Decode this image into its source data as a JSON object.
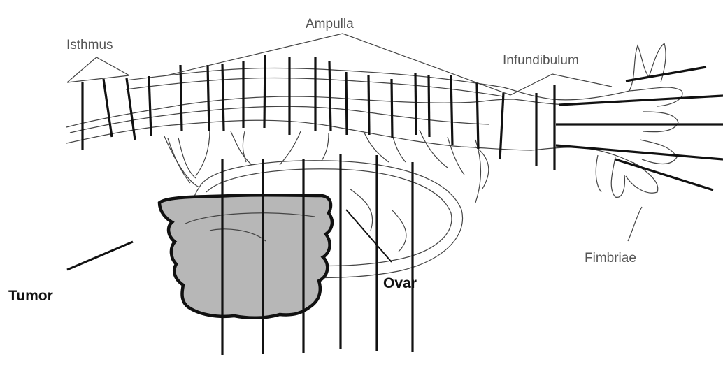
{
  "labels": {
    "ampulla": "Ampulla",
    "isthmus": "Isthmus",
    "infundibulum": "Infundibulum",
    "fimbriae": "Fimbriae",
    "tumor": "Tumor",
    "ovar": "Ovar"
  },
  "colors": {
    "tumor_fill": "#b7b7b7",
    "outline": "#111111",
    "label_gray": "#555555"
  }
}
